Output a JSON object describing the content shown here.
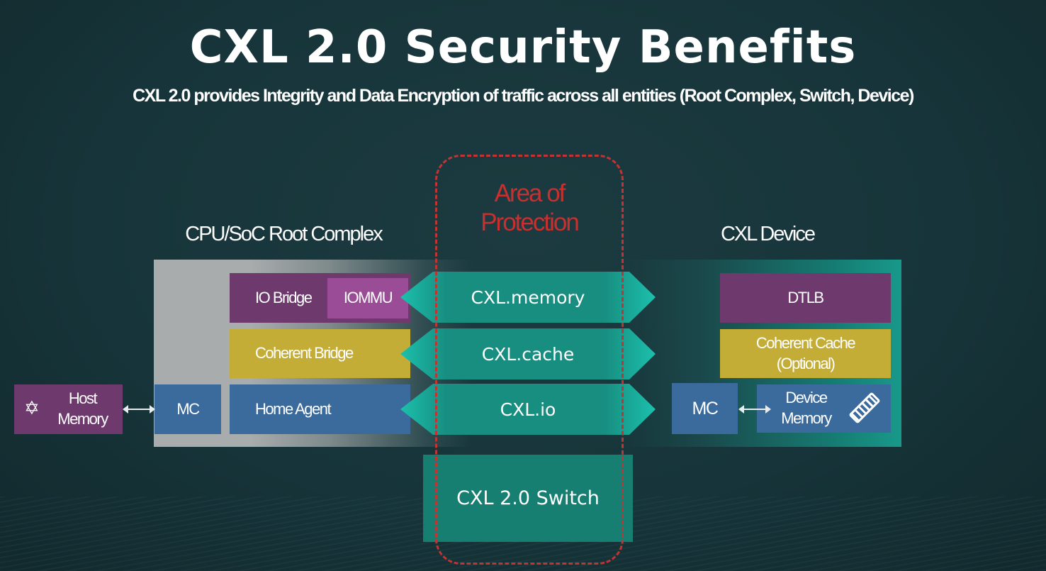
{
  "title": "CXL 2.0 Security Benefits",
  "subtitle": "CXL 2.0 provides Integrity and Data Encryption of traffic across all entities (Root Complex, Switch, Device)",
  "protection_label": [
    "Area of",
    "Protection"
  ],
  "host": {
    "group_label": "CPU/SoC Root Complex",
    "io_bridge": "IO Bridge",
    "iommu": "IOMMU",
    "coherent_bridge": "Coherent Bridge",
    "home_agent": "Home Agent",
    "mc": "MC",
    "host_memory": [
      "Host",
      "Memory"
    ]
  },
  "links": [
    "CXL.memory",
    "CXL.cache",
    "CXL.io"
  ],
  "switch": "CXL 2.0 Switch",
  "device": {
    "group_label": "CXL Device",
    "dtlb": "DTLB",
    "coherent_cache": [
      "Coherent Cache",
      "(Optional)"
    ],
    "mc": "MC",
    "device_memory": [
      "Device",
      "Memory"
    ]
  },
  "colors": {
    "purple": "#6e3a6d",
    "gold": "#c4ad37",
    "blue": "#3b6b9c",
    "teal": "#1cc0ad",
    "red": "#c43333"
  }
}
